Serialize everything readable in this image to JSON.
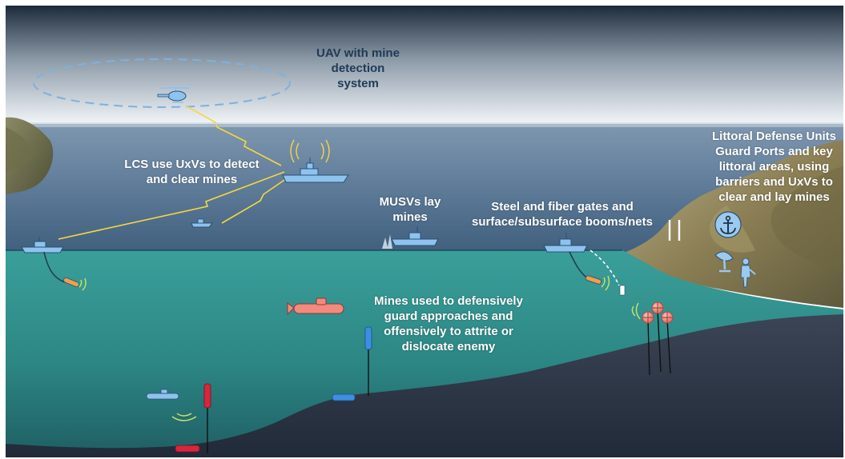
{
  "labels": {
    "uav": [
      "UAV with mine",
      "detection",
      "system"
    ],
    "lcs": [
      "LCS use UxVs to detect",
      "and clear mines"
    ],
    "musv": [
      "MUSVs lay",
      "mines"
    ],
    "gates": [
      "Steel and fiber gates and",
      "surface/subsurface booms/nets"
    ],
    "littoral": [
      "Littoral Defense Units",
      "Guard Ports and key",
      "littoral areas, using",
      "barriers and UxVs  to",
      "clear and lay mines"
    ],
    "mines": [
      "Mines used to defensively",
      "guard approaches and",
      "offensively to attrite or",
      "dislocate enemy"
    ]
  },
  "colors": {
    "sky_top": "#1c2a3a",
    "sky_bottom": "#f4f7fa",
    "sea_surface": "#5b7a98",
    "water": "#2f8d8c",
    "seabed": "#2b3646",
    "vessel": "#8ec3ee",
    "submarine": "#f28b7d",
    "comm_link": "#f4d742",
    "mine": "#f08a7e",
    "red_mine": "#d7263d",
    "blue_mine": "#2e7fd1"
  },
  "icons": [
    "helicopter-icon",
    "anchor-icon",
    "radar-dish-icon",
    "soldier-icon",
    "signal-waves-icon"
  ]
}
